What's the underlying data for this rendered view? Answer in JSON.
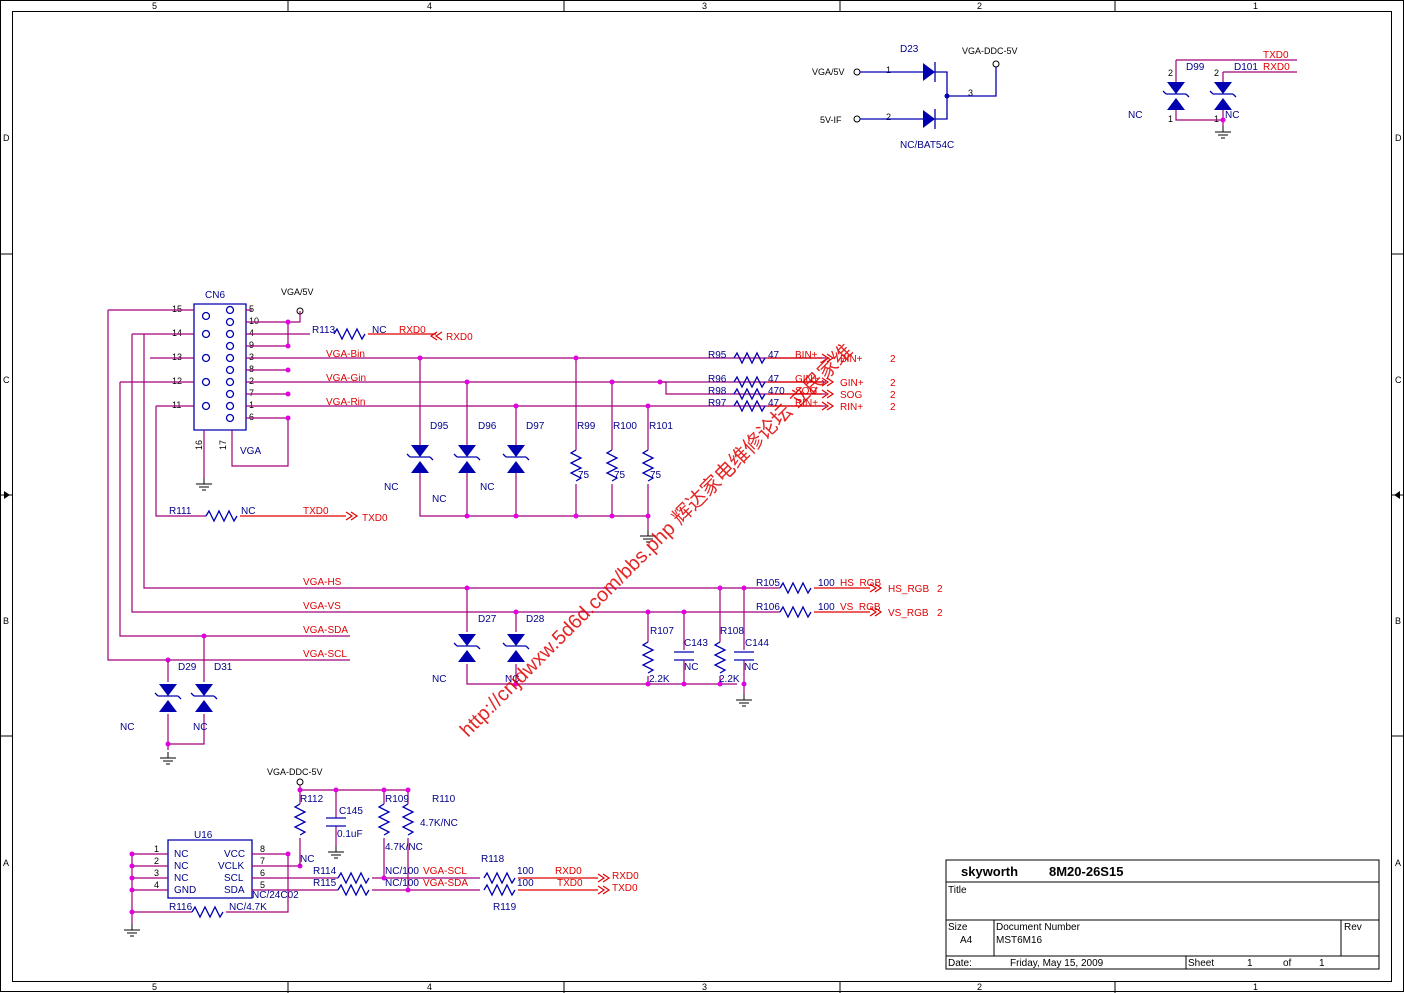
{
  "border": {
    "top_cols": [
      "5",
      "4",
      "3",
      "2",
      "1"
    ],
    "bottom_cols": [
      "5",
      "4",
      "3",
      "2",
      "1"
    ],
    "rows": [
      "D",
      "C",
      "B",
      "A"
    ]
  },
  "title_block": {
    "company": "skyworth",
    "model": "8M20-26S15",
    "title_label": "Title",
    "size_label": "Size",
    "size_value": "A4",
    "docnum_label": "Document Number",
    "docnum_value": "MST6M16",
    "rev_label": "Rev",
    "date_label": "Date:",
    "date_value": "Friday, May 15, 2009",
    "sheet_label": "Sheet",
    "sheet_value": "1",
    "of_label": "of",
    "of_value": "1"
  },
  "watermark": "http://cnjdwxw.5d6d.com/bbs.php 辉达家电维修论坛  立民家维",
  "d23": {
    "ref": "D23",
    "part": "NC/BAT54C",
    "in1": "VGA/5V",
    "in2": "5V-IF",
    "out": "VGA-DDC-5V",
    "p1": "1",
    "p2": "2",
    "p3": "3"
  },
  "d99": {
    "ref1": "D99",
    "ref2": "D101",
    "nc1": "NC",
    "nc2": "NC",
    "net_txd": "TXD0",
    "net_rxd": "RXD0",
    "p2": "2",
    "p1": "1"
  },
  "connector": {
    "ref": "CN6",
    "label": "VGA",
    "power": "VGA/5V",
    "left_pins": [
      "15",
      "14",
      "13",
      "12",
      "11"
    ],
    "right_pins": [
      "5",
      "10",
      "4",
      "9",
      "3",
      "8",
      "2",
      "7",
      "1",
      "6"
    ],
    "bottom_pins": [
      "16",
      "17"
    ]
  },
  "vga_nets": {
    "bin": "VGA-Bin",
    "gin": "VGA-Gin",
    "rin": "VGA-Rin",
    "hs": "VGA-HS",
    "vs": "VGA-VS",
    "sda": "VGA-SDA",
    "scl": "VGA-SCL"
  },
  "r113": {
    "ref": "R113",
    "val": "NC",
    "net": "RXD0",
    "port": "RXD0"
  },
  "r111": {
    "ref": "R111",
    "val": "NC",
    "net": "TXD0",
    "port": "TXD0"
  },
  "rgb_series": [
    {
      "ref": "R95",
      "val": "47",
      "net": "BIN+",
      "port": "BIN+",
      "sheet": "2"
    },
    {
      "ref": "R96",
      "val": "47",
      "net": "GIN+",
      "port": "GIN+",
      "sheet": "2"
    },
    {
      "ref": "R98",
      "val": "470",
      "net": "SOG",
      "port": "SOG",
      "sheet": "2"
    },
    {
      "ref": "R97",
      "val": "47",
      "net": "RIN+",
      "port": "RIN+",
      "sheet": "2"
    }
  ],
  "rgb_diodes": [
    {
      "ref": "D95",
      "val": "NC"
    },
    {
      "ref": "D96",
      "val": "NC"
    },
    {
      "ref": "D97",
      "val": "NC"
    }
  ],
  "rgb_term": [
    {
      "ref": "R99",
      "val": "75"
    },
    {
      "ref": "R100",
      "val": "75"
    },
    {
      "ref": "R101",
      "val": "75"
    }
  ],
  "sync": {
    "r105": "R105",
    "r105_val": "100",
    "hs_net": "HS_RGB",
    "hs_port": "HS_RGB",
    "hs_sheet": "2",
    "r106": "R106",
    "r106_val": "100",
    "vs_net": "VS_RGB",
    "vs_port": "VS_RGB",
    "vs_sheet": "2",
    "d27": "D27",
    "d27_val": "NC",
    "d28": "D28",
    "d28_val": "NC",
    "r107": "R107",
    "r107_val": "2.2K",
    "c143": "C143",
    "c143_val": "NC",
    "r108": "R108",
    "r108_val": "2.2K",
    "c144": "C144",
    "c144_val": "NC"
  },
  "ddc_diodes": {
    "d29": "D29",
    "d31": "D31",
    "nc1": "NC",
    "nc2": "NC"
  },
  "eeprom": {
    "ref": "U16",
    "part": "NC/24C02",
    "power": "VGA-DDC-5V",
    "left_labels": [
      "NC",
      "NC",
      "NC",
      "GND"
    ],
    "left_pins": [
      "1",
      "2",
      "3",
      "4"
    ],
    "right_labels": [
      "VCC",
      "VCLK",
      "SCL",
      "SDA"
    ],
    "right_pins": [
      "8",
      "7",
      "6",
      "5"
    ],
    "r112": "R112",
    "r112_val": "NC",
    "c145": "C145",
    "c145_val": "0.1uF",
    "r109": "R109",
    "r109_val": "4.7K/NC",
    "r110": "R110",
    "r110_val": "4.7K/NC",
    "r114": "R114",
    "r114_val": "NC/100",
    "r115": "R115",
    "r115_val": "NC/100",
    "r116": "R116",
    "r116_val": "NC/4.7K",
    "scl_net": "VGA-SCL",
    "sda_net": "VGA-SDA",
    "r118": "R118",
    "r118_val": "100",
    "r119": "R119",
    "r119_val": "100",
    "rxd_net": "RXD0",
    "txd_net": "TXD0",
    "rxd_port": "RXD0",
    "txd_port": "TXD0"
  }
}
